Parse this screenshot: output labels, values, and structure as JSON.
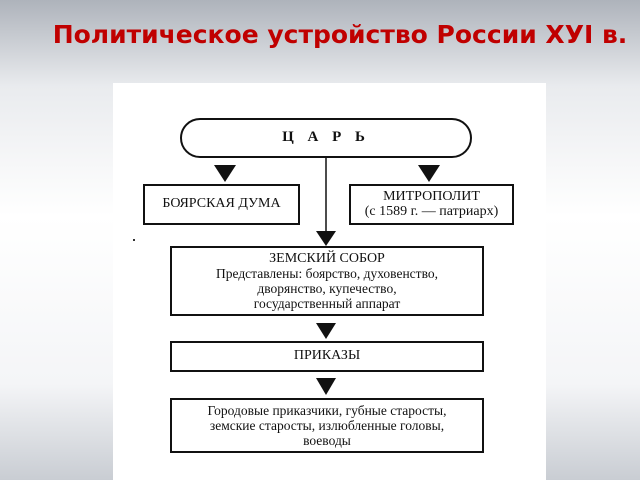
{
  "title": "Политическое устройство России XУI в.",
  "nodes": {
    "tsar": "Ц А Р Ь",
    "duma": "БОЯРСКАЯ ДУМА",
    "metropolitan": {
      "line1": "МИТРОПОЛИТ",
      "line2": "(с 1589 г. — патриарх)"
    },
    "zemsky_sobor": {
      "heading": "ЗЕМСКИЙ СОБОР",
      "line1": "Представлены: боярство, духовенство,",
      "line2": "дворянство, купечество,",
      "line3": "государственный аппарат"
    },
    "prikazy": "ПРИКАЗЫ",
    "local": {
      "line1": "Городовые приказчики, губные старосты,",
      "line2": "земские старосты, излюбленные головы,",
      "line3": "воеводы"
    }
  },
  "edges": [
    {
      "from": "tsar",
      "to": "duma"
    },
    {
      "from": "tsar",
      "to": "metropolitan"
    },
    {
      "from": "tsar",
      "to": "zemsky_sobor"
    },
    {
      "from": "zemsky_sobor",
      "to": "prikazy"
    },
    {
      "from": "prikazy",
      "to": "local"
    }
  ],
  "colors": {
    "title": "#c00000",
    "stroke": "#111111"
  }
}
